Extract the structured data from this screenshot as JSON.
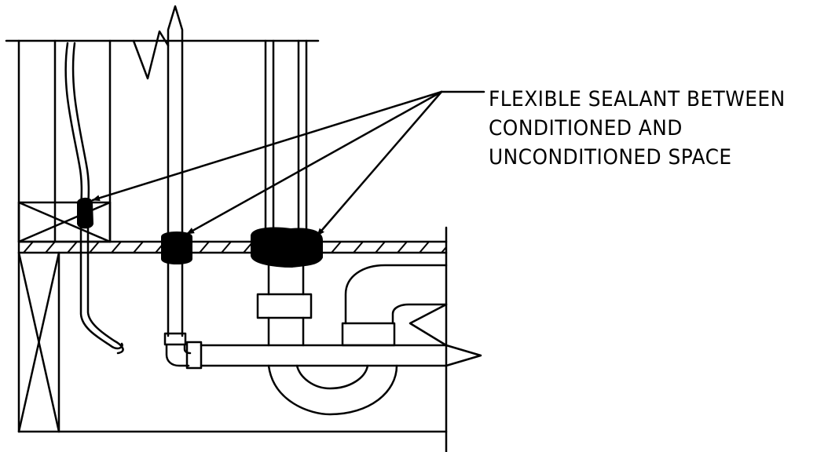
{
  "annotation": {
    "lines": [
      "FLEXIBLE SEALANT BETWEEN",
      "CONDITIONED AND",
      "UNCONDITIONED SPACE"
    ]
  },
  "colors": {
    "line": "#000000",
    "background": "#ffffff"
  }
}
